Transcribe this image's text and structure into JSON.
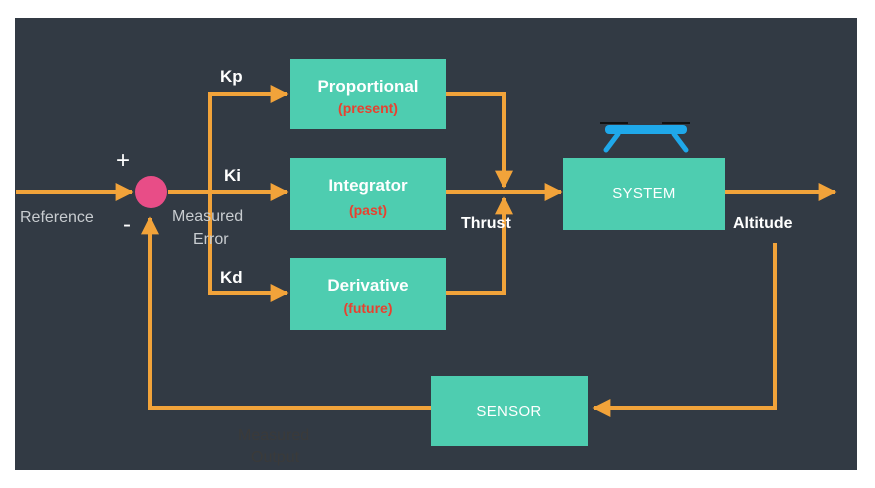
{
  "colors": {
    "background": "#323a44",
    "block": "#4ecdb0",
    "line": "#f2a33a",
    "summing_junction": "#e84d87",
    "subtitle": "#e8412f",
    "drone": "#1fa8ea"
  },
  "blocks": {
    "proportional": {
      "title": "Proportional",
      "subtitle": "(present)"
    },
    "integrator": {
      "title": "Integrator",
      "subtitle": "(past)"
    },
    "derivative": {
      "title": "Derivative",
      "subtitle": "(future)"
    },
    "system": {
      "title": "SYSTEM"
    },
    "sensor": {
      "title": "SENSOR"
    }
  },
  "gains": {
    "kp": "Kp",
    "ki": "Ki",
    "kd": "Kd"
  },
  "signs": {
    "plus": "+",
    "minus": "-"
  },
  "labels": {
    "reference": "Reference",
    "measured_error": [
      "Measured",
      "Error"
    ],
    "thrust": "Thrust",
    "altitude": "Altitude",
    "measured_output": [
      "Measured",
      "Output"
    ]
  },
  "icons": {
    "drone": "quadcopter-icon"
  }
}
